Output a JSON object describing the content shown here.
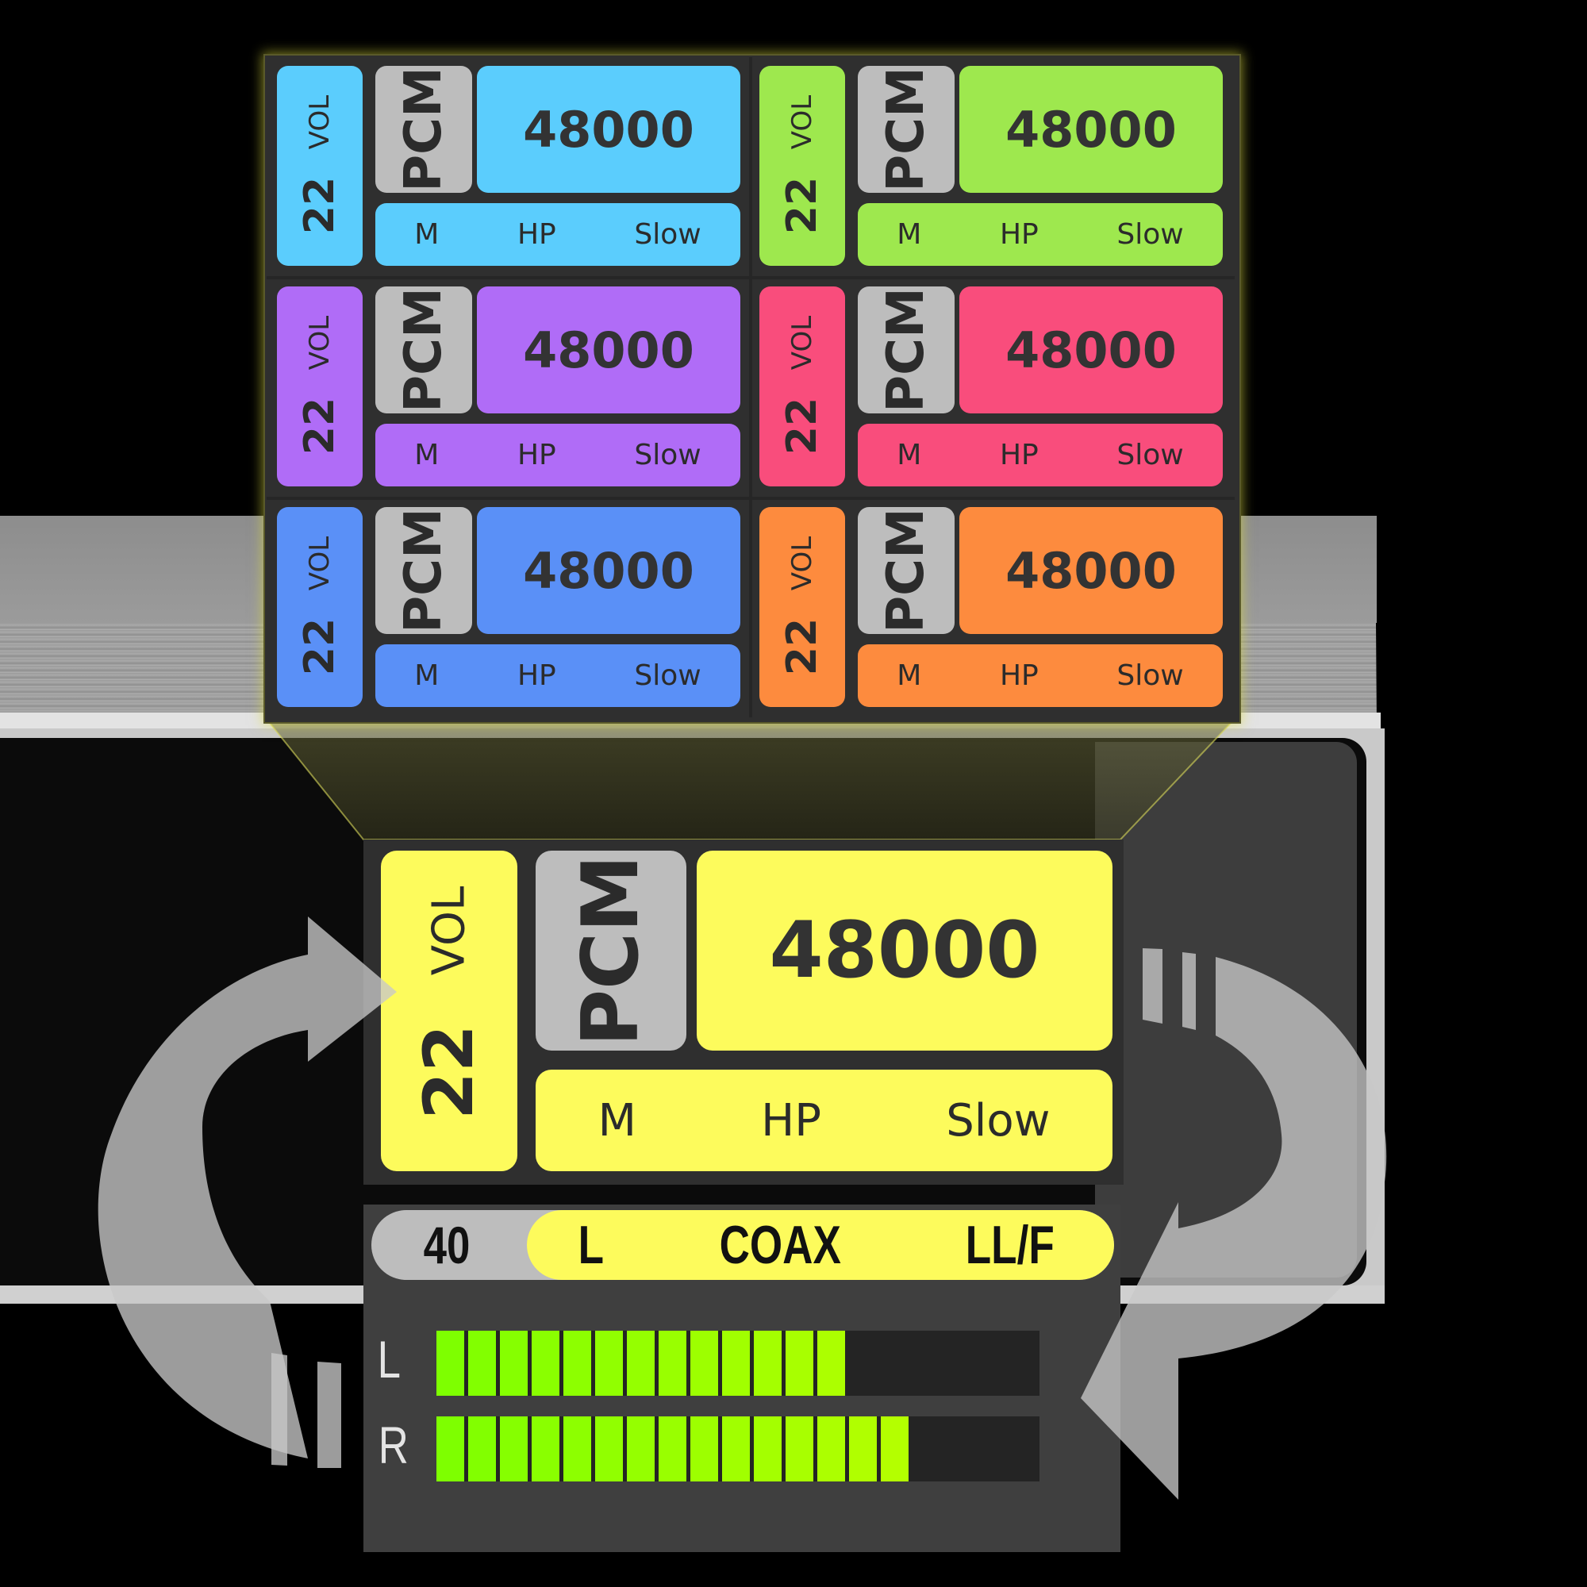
{
  "theme_colors": {
    "cyan": "#5bcdfd",
    "green": "#9ee84e",
    "purple": "#b06cf7",
    "pink": "#f94d7c",
    "blue": "#5a90f7",
    "orange": "#fd8b3e",
    "yellow": "#fdfb5c",
    "format_badge": "#bdbdbd",
    "meter_low": "#7eff00",
    "meter_high": "#c3ff00"
  },
  "theme_cards": [
    {
      "color_name": "cyan",
      "color": "#5bcdfd",
      "volume": "22",
      "volume_label": "VOL",
      "format": "PCM",
      "sample_rate": "48000",
      "channel_mode": "M",
      "output": "HP",
      "filter": "Slow"
    },
    {
      "color_name": "green",
      "color": "#9ee84e",
      "volume": "22",
      "volume_label": "VOL",
      "format": "PCM",
      "sample_rate": "48000",
      "channel_mode": "M",
      "output": "HP",
      "filter": "Slow"
    },
    {
      "color_name": "purple",
      "color": "#b06cf7",
      "volume": "22",
      "volume_label": "VOL",
      "format": "PCM",
      "sample_rate": "48000",
      "channel_mode": "M",
      "output": "HP",
      "filter": "Slow"
    },
    {
      "color_name": "pink",
      "color": "#f94d7c",
      "volume": "22",
      "volume_label": "VOL",
      "format": "PCM",
      "sample_rate": "48000",
      "channel_mode": "M",
      "output": "HP",
      "filter": "Slow"
    },
    {
      "color_name": "blue",
      "color": "#5a90f7",
      "volume": "22",
      "volume_label": "VOL",
      "format": "PCM",
      "sample_rate": "48000",
      "channel_mode": "M",
      "output": "HP",
      "filter": "Slow"
    },
    {
      "color_name": "orange",
      "color": "#fd8b3e",
      "volume": "22",
      "volume_label": "VOL",
      "format": "PCM",
      "sample_rate": "48000",
      "channel_mode": "M",
      "output": "HP",
      "filter": "Slow"
    }
  ],
  "main_screen": {
    "volume": "22",
    "volume_label": "VOL",
    "format": "PCM",
    "sample_rate": "48000",
    "channel_mode": "M",
    "output": "HP",
    "filter": "Slow",
    "color": "#fdfb5c"
  },
  "status_bar": {
    "value": "40",
    "channel": "L",
    "input": "COAX",
    "mode": "LL/F"
  },
  "level_meters": {
    "total_segments": 19,
    "channels": [
      {
        "label": "L",
        "lit_segments": 13
      },
      {
        "label": "R",
        "lit_segments": 15
      }
    ]
  },
  "icons": {
    "left_arrow": "cycle-arrow-clockwise-icon",
    "right_arrow": "cycle-arrow-return-icon"
  }
}
